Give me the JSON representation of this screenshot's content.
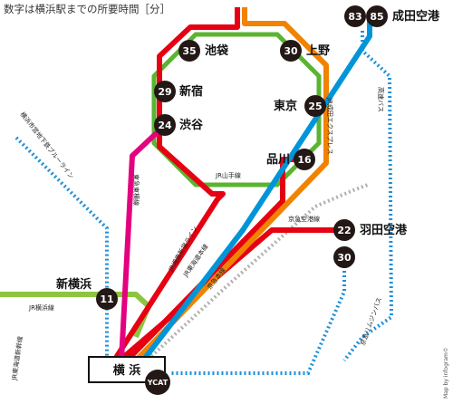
{
  "title": "数字は横浜駅までの所要時間［分］",
  "credit": "Map by infogram©",
  "colors": {
    "red": "#e60012",
    "orange": "#f08300",
    "blue": "#0095d9",
    "green": "#5ab431",
    "magenta": "#e4007f",
    "lime": "#8cc63f",
    "dotted_blue": "#1e90d8",
    "dotted_gray": "#b0b0b0",
    "badge": "#231815"
  },
  "stations": {
    "ikebukuro": {
      "name": "池袋",
      "minutes": "35"
    },
    "ueno": {
      "name": "上野",
      "minutes": "30"
    },
    "shinjuku": {
      "name": "新宿",
      "minutes": "29"
    },
    "shibuya": {
      "name": "渋谷",
      "minutes": "24"
    },
    "tokyo": {
      "name": "東京",
      "minutes": "25"
    },
    "shinagawa": {
      "name": "品川",
      "minutes": "16"
    },
    "narita": {
      "name": "成田空港",
      "minutes_a": "83",
      "minutes_b": "85"
    },
    "haneda": {
      "name": "羽田空港",
      "minutes_a": "22",
      "minutes_b": "30"
    },
    "shinyokohama": {
      "name": "新横浜",
      "minutes": "11"
    },
    "yokohama": {
      "name": "横 浜"
    },
    "ycat": {
      "name": "YCAT"
    }
  },
  "lines": {
    "yamanote": "JR山手線",
    "narita_express": "JR成田エクスプレス",
    "highway_bus": "高速バス",
    "keikyu_airport": "京急空港線",
    "keikyu_main": "京急本線",
    "tokyu_toyoko": "東急東横線",
    "shonan_shinjuku": "JR湘南新宿ライン",
    "tokaido": "JR東海道本線",
    "yokohama_line": "JR横浜線",
    "tokaido_shinkansen": "JR東海道新幹線",
    "limousine_bus": "京急リムジンバス",
    "subway_blue": "横浜市営地下鉄ブルーライン"
  }
}
